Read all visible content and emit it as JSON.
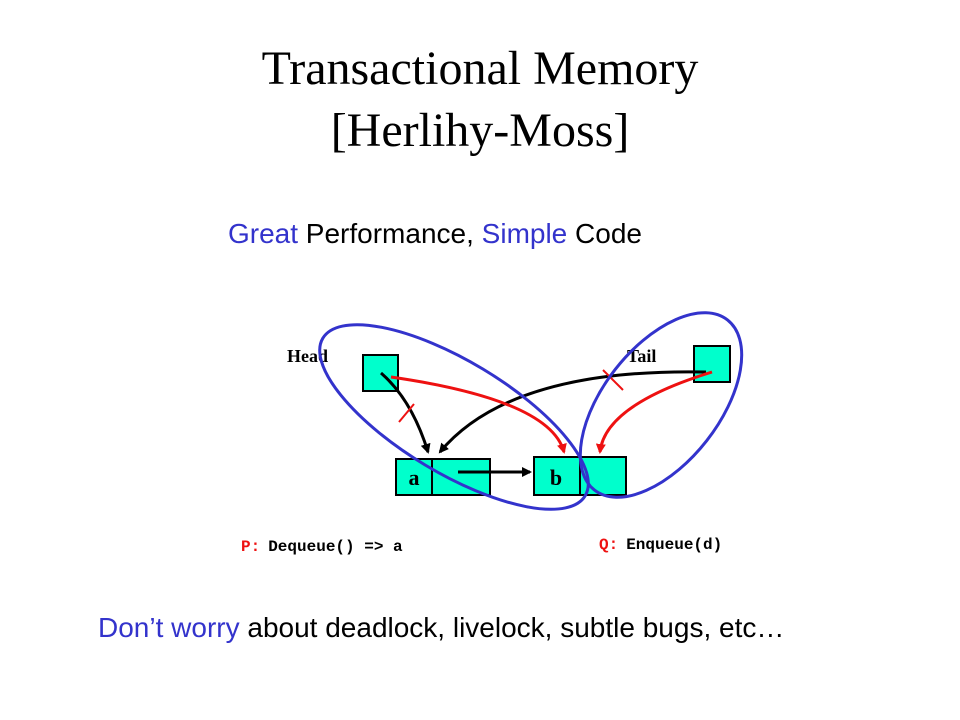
{
  "title": {
    "line1": "Transactional Memory",
    "line2": "[Herlihy-Moss]"
  },
  "subtitle": {
    "w1": "Great",
    "w2": " Performance, ",
    "w3": "Simple",
    "w4": " Code"
  },
  "diagram": {
    "head_label": "Head",
    "tail_label": "Tail",
    "node_a": "a",
    "node_b": "b",
    "p_prefix": "P:",
    "p_text": "Dequeue() => a",
    "q_prefix": "Q:",
    "q_text": "Enqueue(d)"
  },
  "footer": {
    "w1": "Don’t worry",
    "w2": " about deadlock, livelock, subtle bugs, etc…"
  },
  "colors": {
    "accent": "#3333cc",
    "red": "#ee1111",
    "cell": "#00ffcc"
  }
}
